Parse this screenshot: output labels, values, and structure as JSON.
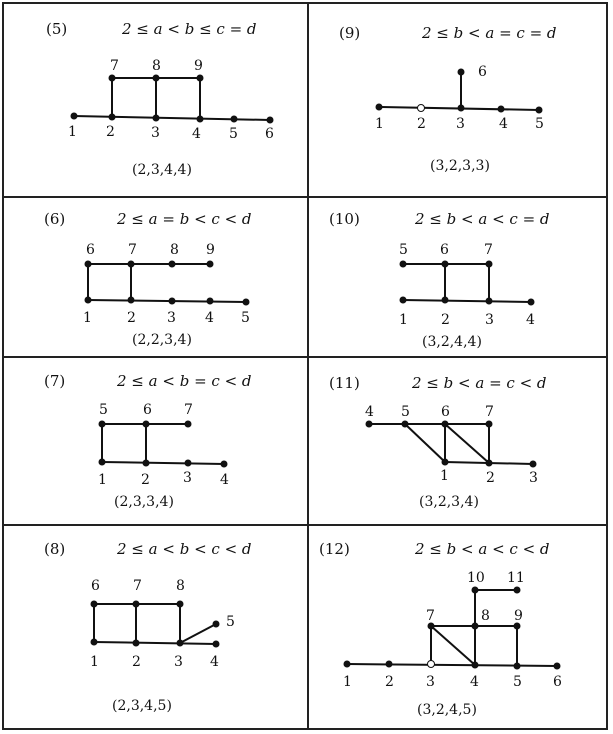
{
  "cells": [
    {
      "label": "(5)",
      "condition": "2 ≤ a < b ≤ c = d",
      "tuple": "(2,3,4,4)"
    },
    {
      "label": "(9)",
      "condition": "2 ≤ b < a = c = d",
      "tuple": "(3,2,3,3)"
    },
    {
      "label": "(6)",
      "condition": "2 ≤ a = b < c < d",
      "tuple": "(2,2,3,4)"
    },
    {
      "label": "(10)",
      "condition": "2 ≤ b < a < c = d",
      "tuple": "(3,2,4,4)"
    },
    {
      "label": "(7)",
      "condition": "2 ≤ a < b = c < d",
      "tuple": "(2,3,3,4)"
    },
    {
      "label": "(11)",
      "condition": "2 ≤ b < a = c < d",
      "tuple": "(3,2,3,4)"
    },
    {
      "label": "(8)",
      "condition": "2 ≤ a < b < c < d",
      "tuple": "(2,3,4,5)"
    },
    {
      "label": "(12)",
      "condition": "2 ≤ b < a < c < d",
      "tuple": "(3,2,4,5)"
    }
  ],
  "vertex_labels": {
    "c5": [
      "1",
      "2",
      "3",
      "4",
      "5",
      "6",
      "7",
      "8",
      "9"
    ],
    "c9": [
      "1",
      "2",
      "3",
      "4",
      "5",
      "6"
    ],
    "c6": [
      "1",
      "2",
      "3",
      "4",
      "5",
      "6",
      "7",
      "8",
      "9"
    ],
    "c10": [
      "1",
      "2",
      "3",
      "4",
      "5",
      "6",
      "7"
    ],
    "c7": [
      "1",
      "2",
      "3",
      "4",
      "5",
      "6",
      "7"
    ],
    "c11": [
      "1",
      "2",
      "3",
      "4",
      "5",
      "6",
      "7"
    ],
    "c8": [
      "1",
      "2",
      "3",
      "4",
      "5",
      "6",
      "7",
      "8"
    ],
    "c12": [
      "1",
      "2",
      "3",
      "4",
      "5",
      "6",
      "7",
      "8",
      "9",
      "10",
      "11"
    ]
  }
}
